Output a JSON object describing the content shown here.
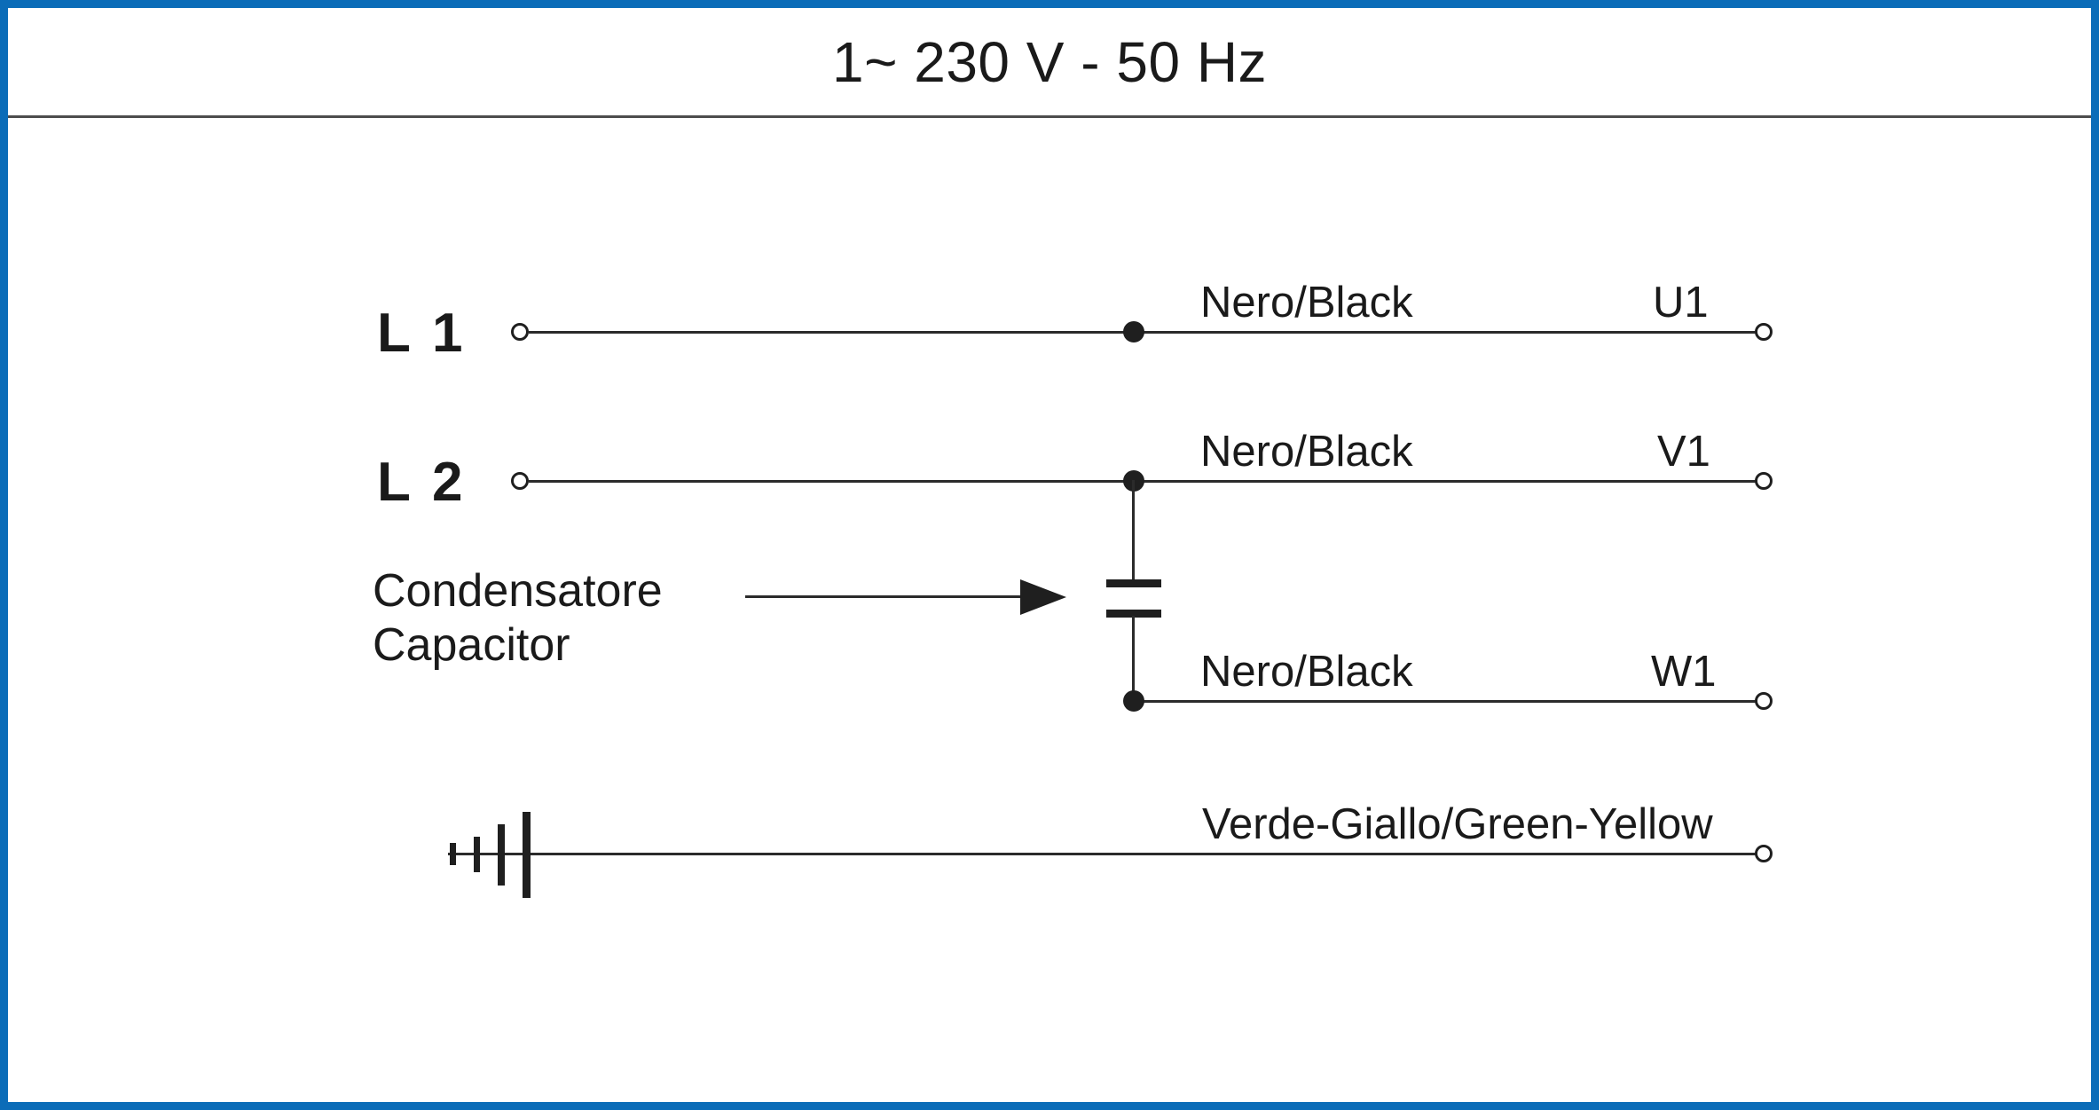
{
  "title": "1~ 230 V - 50 Hz",
  "colors": {
    "frame": "#0b6cb8",
    "divider": "#4d4d4d",
    "ink": "#1a1a1a",
    "wire": "#2b2b2b",
    "background": "#ffffff"
  },
  "diagram": {
    "type": "single-phase-capacitor-motor-wiring",
    "phases": [
      {
        "id": "L1",
        "label": "L 1"
      },
      {
        "id": "L2",
        "label": "L 2"
      }
    ],
    "rows": [
      {
        "id": "u1",
        "phase_label": "L 1",
        "wire_color_label": "Nero/Black",
        "terminal_label": "U1"
      },
      {
        "id": "v1",
        "phase_label": "L 2",
        "wire_color_label": "Nero/Black",
        "terminal_label": "V1"
      },
      {
        "id": "w1",
        "phase_label": "",
        "wire_color_label": "Nero/Black",
        "terminal_label": "W1"
      },
      {
        "id": "earth",
        "phase_label": "",
        "wire_color_label": "Verde-Giallo/Green-Yellow",
        "terminal_label": ""
      }
    ],
    "capacitor": {
      "label_it": "Condensatore",
      "label_en": "Capacitor",
      "pointer": "arrow-right"
    },
    "earth": {
      "symbol": "ground-bars",
      "bar_count": 4
    }
  }
}
